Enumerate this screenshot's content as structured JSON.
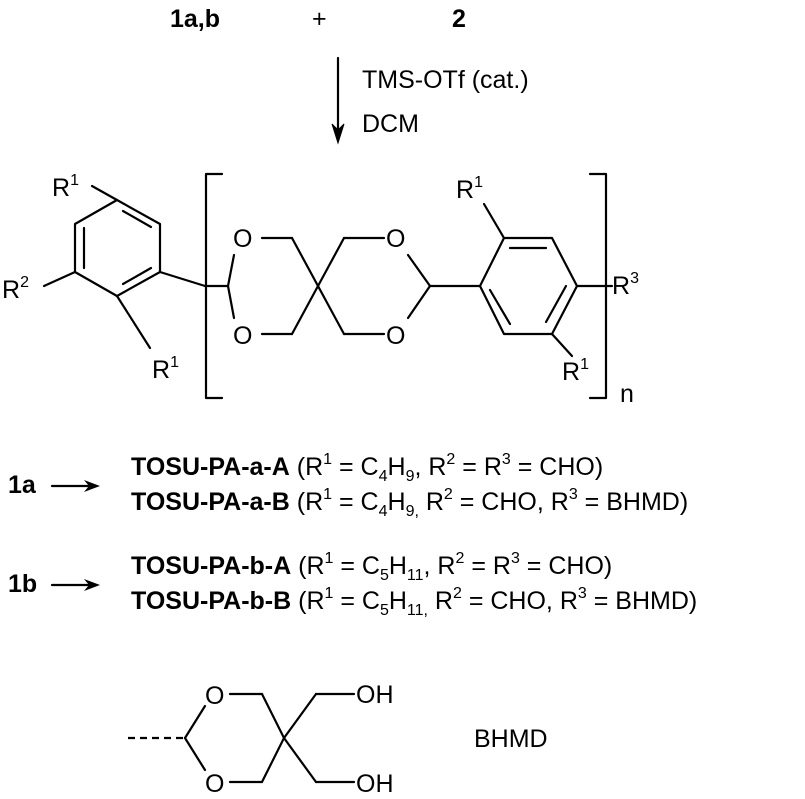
{
  "reaction": {
    "reactant_1": "1a,b",
    "plus": "+",
    "reactant_2": "2",
    "reagent_1": "TMS-OTf (cat.)",
    "reagent_2": "DCM"
  },
  "structure": {
    "r1": "R",
    "r1_sup": "1",
    "r2": "R",
    "r2_sup": "2",
    "r3": "R",
    "r3_sup": "3",
    "oxygen": "O",
    "repeat": "n"
  },
  "products": [
    {
      "source": "1a",
      "name": "TOSU-PA-a-A",
      "open": " (R",
      "s1": "1",
      "t1": " = C",
      "n1": "4",
      "t2": "H",
      "n2": "9",
      "t3": ", R",
      "s2": "2",
      "t4": " = R",
      "s3": "3",
      "t5": " = CHO)"
    },
    {
      "source": "",
      "name": "TOSU-PA-a-B",
      "open": " (R",
      "s1": "1",
      "t1": " = C",
      "n1": "4",
      "t2": "H",
      "n2": "9,",
      "t3": " R",
      "s2": "2",
      "t4": " = CHO, R",
      "s3": "3",
      "t5": " = BHMD)"
    },
    {
      "source": "1b",
      "name": "TOSU-PA-b-A",
      "open": " (R",
      "s1": "1",
      "t1": " = C",
      "n1": "5",
      "t2": "H",
      "n2": "11",
      "t3": ", R",
      "s2": "2",
      "t4": " = R",
      "s3": "3",
      "t5": " = CHO)"
    },
    {
      "source": "",
      "name": "TOSU-PA-b-B",
      "open": " (R",
      "s1": "1",
      "t1": " = C",
      "n1": "5",
      "t2": "H",
      "n2": "11,",
      "t3": " R",
      "s2": "2",
      "t4": " = CHO, R",
      "s3": "3",
      "t5": " = BHMD)"
    }
  ],
  "bhmd": {
    "oh_top": "OH",
    "oh_bottom": "OH",
    "o_top": "O",
    "o_bottom": "O",
    "label": "BHMD"
  }
}
